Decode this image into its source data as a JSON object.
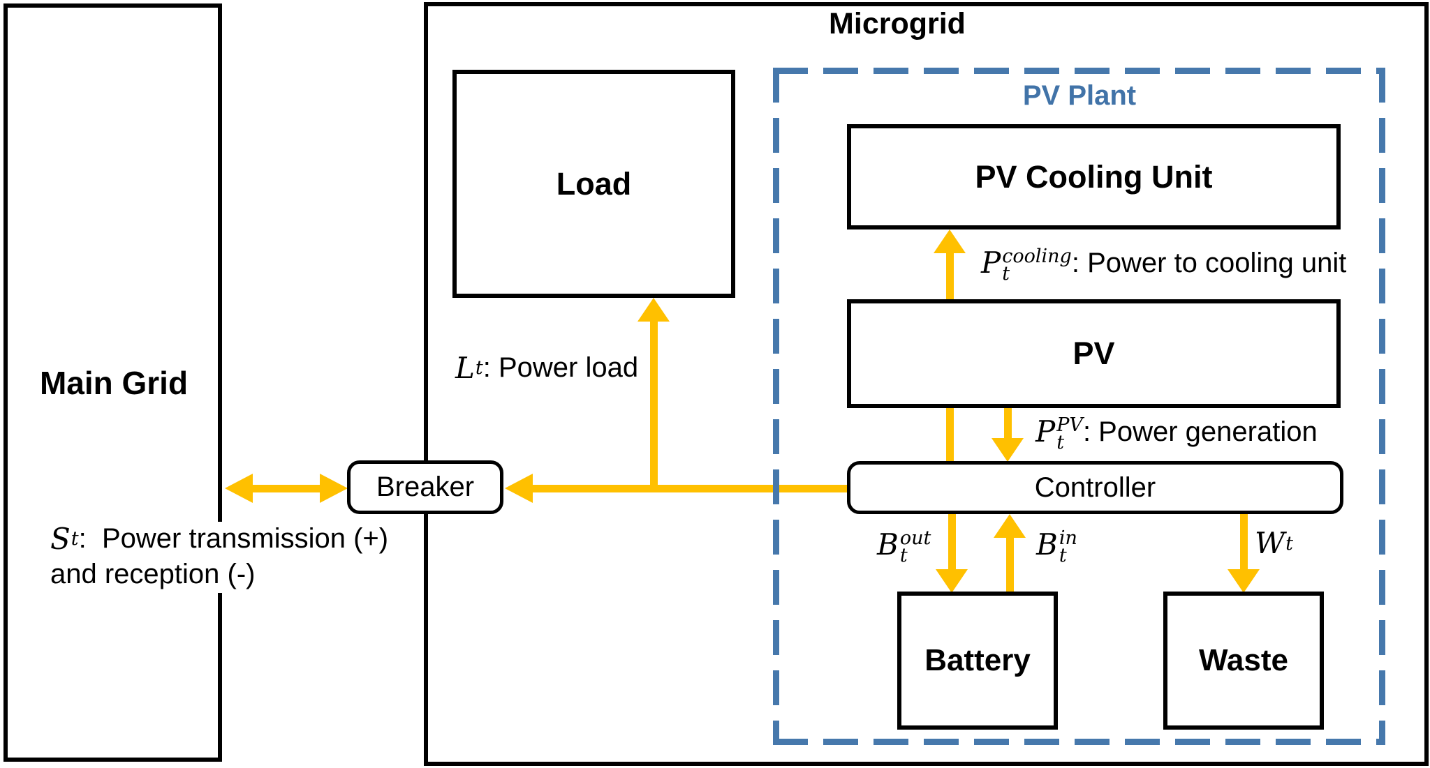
{
  "diagram": {
    "title": "Microgrid",
    "boxes": {
      "main_grid": "Main Grid",
      "load": "Load",
      "breaker": "Breaker",
      "pv_plant": "PV Plant",
      "pv_cooling_unit": "PV Cooling Unit",
      "pv": "PV",
      "controller": "Controller",
      "battery": "Battery",
      "waste": "Waste"
    },
    "annotations": {
      "s": {
        "variable": "S",
        "sub": "t",
        "desc": ":  Power transmission (+)",
        "desc_line2": "and reception (-)"
      },
      "l": {
        "variable": "L",
        "sub": "t",
        "desc": ": Power load"
      },
      "p_cooling": {
        "variable": "P",
        "sub": "t",
        "sup": "cooling",
        "desc": ": Power to cooling unit"
      },
      "p_pv": {
        "variable": "P",
        "sub": "t",
        "sup": "PV",
        "desc": ": Power generation"
      },
      "b_out": {
        "variable": "B",
        "sub": "t",
        "sup": "out"
      },
      "b_in": {
        "variable": "B",
        "sub": "t",
        "sup": "in"
      },
      "w": {
        "variable": "W",
        "sub": "t"
      }
    },
    "colors": {
      "arrow": "#FFC000",
      "dashed_border": "#4678AC",
      "pv_plant_label": "#4173A8",
      "box_border": "#000000"
    }
  }
}
